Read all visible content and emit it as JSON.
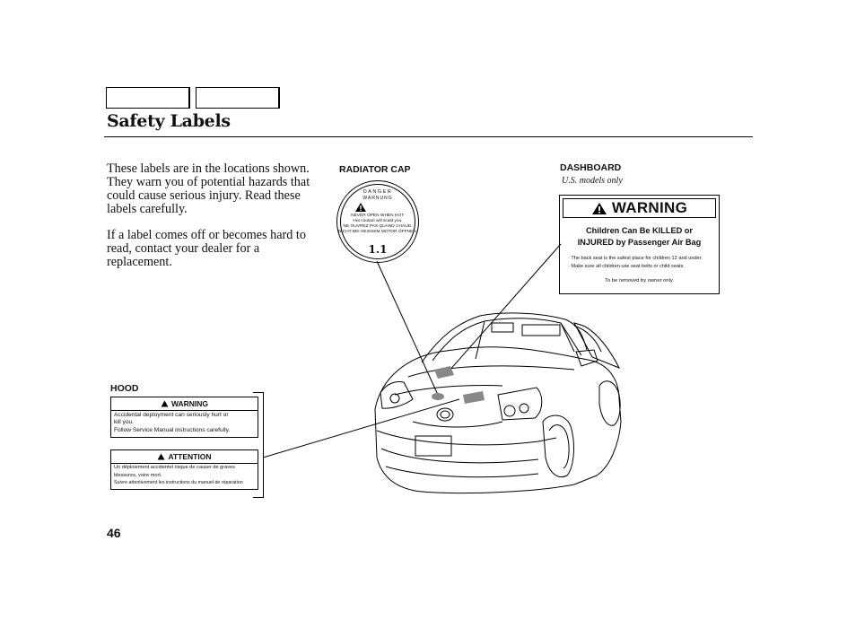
{
  "header": {
    "title": "Safety Labels"
  },
  "body": {
    "paragraph1": "These labels are in the locations shown. They warn you of potential hazards that could cause serious injury. Read these labels carefully.",
    "paragraph2": "If a label comes off or becomes hard to read, contact your dealer for a replacement."
  },
  "radiator_cap": {
    "caption": "RADIATOR CAP",
    "label_lines": [
      "DANGER",
      "WARNUNG",
      "NEVER OPEN WHEN HOT.",
      "Hot coolant will scald you.",
      "NE OUVREZ PAS QUAND CHAUD.",
      "NICHT BEI HEISSEM MOTOR ÖFFNEN.",
      "1.1"
    ]
  },
  "dashboard": {
    "caption": "DASHBOARD",
    "note": "U.S. models only",
    "header": "WARNING",
    "headline_1": "Children Can Be KILLED or",
    "headline_2": "INJURED by Passenger Air Bag",
    "bullet_1": "· The back seat is the safest place for children 12 and under.",
    "bullet_2": "· Make sure all children use seat belts or child seats.",
    "footer": "To be removed by owner only."
  },
  "hood": {
    "caption": "HOOD",
    "warning_header": "WARNING",
    "warning_line_1": "Accidental deployment can seriously hurt or",
    "warning_line_2": "kill you.",
    "warning_line_3": "Follow Service Manual instructions carefully.",
    "attention_header": "ATTENTION",
    "attention_line_1": "Un déploiement accidentel risque de causer de graves",
    "attention_line_2": "blessures, voire mort.",
    "attention_line_3": "Suivre attentivement les instructions du manuel de réparation"
  },
  "footer": {
    "page_number": "46"
  }
}
